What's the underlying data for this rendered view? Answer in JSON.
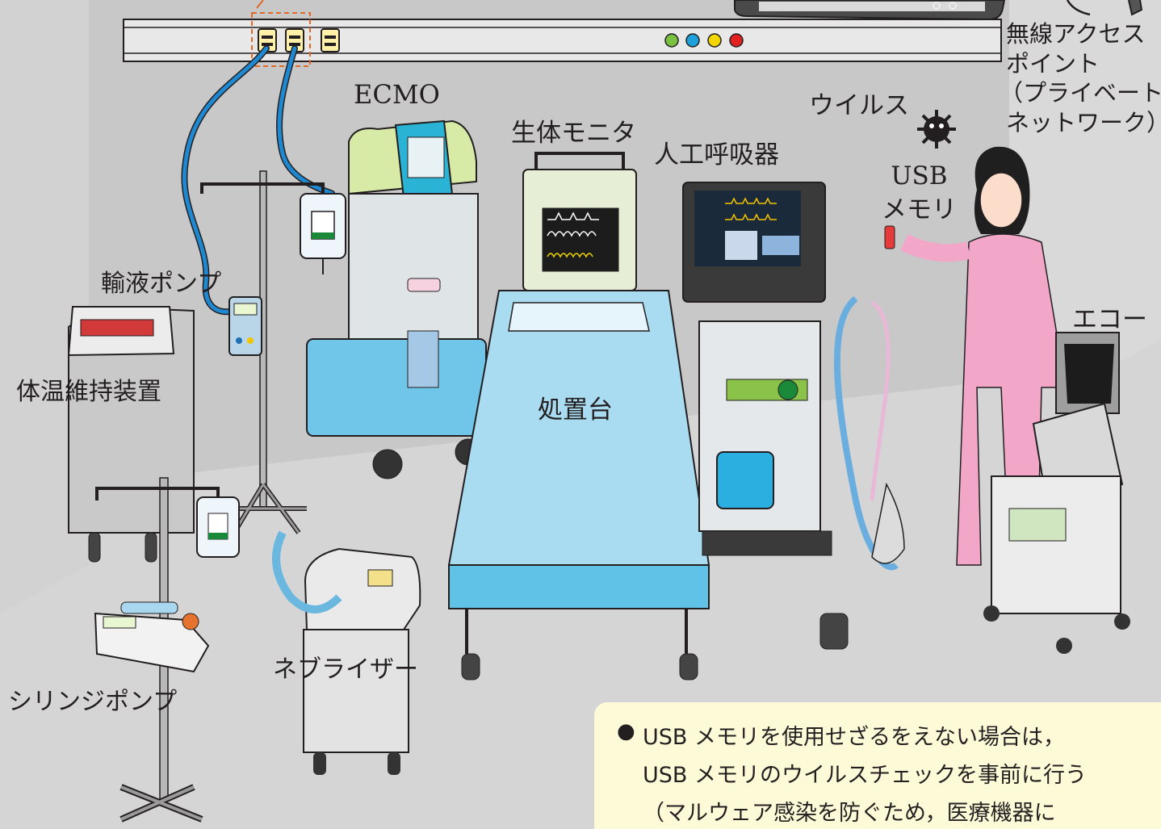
{
  "labels": {
    "ecmo": "ECMO",
    "bio_monitor": "生体モニタ",
    "ventilator": "人工呼吸器",
    "virus": "ウイルス",
    "usb_line1": "USB",
    "usb_line2": "メモリ",
    "access_point_line1": "無線アクセス",
    "access_point_line2": "ポイント",
    "access_point_line3": "（プライベート",
    "access_point_line4": "ネットワーク）",
    "infusion_pump": "輸液ポンプ",
    "warming_device": "体温維持装置",
    "treatment_table": "処置台",
    "echo": "エコー",
    "nebulizer": "ネブライザー",
    "syringe_pump": "シリンジポンプ"
  },
  "note": {
    "line1": "USB メモリを使用せざるをえない場合は，",
    "line2": "USB メモリのウイルスチェックを事前に行う",
    "line3": "（マルウェア感染を防ぐため，医療機器に"
  },
  "colors": {
    "floor": "#d8d8d8",
    "wall": "#c9c9c9",
    "note_bg": "#fdfbd7",
    "cable": "#1e88d0",
    "outline": "#231f20"
  },
  "icons": {
    "wall_outlets": [
      "usb-port-icon",
      "usb-port-icon",
      "usb-port-icon"
    ],
    "status_dots": [
      "green",
      "blue",
      "yellow",
      "red"
    ]
  }
}
